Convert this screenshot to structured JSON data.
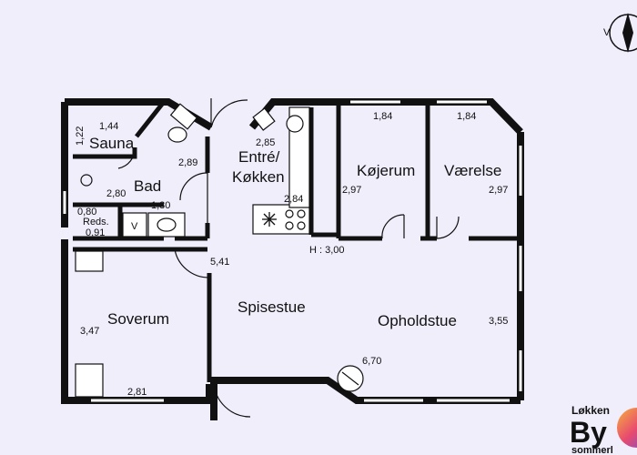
{
  "rooms": {
    "sauna": "Sauna",
    "bad": "Bad",
    "entre": "Entré/",
    "kokken": "Køkken",
    "kojerum": "Køjerum",
    "vaerelse": "Værelse",
    "soverum": "Soverum",
    "spisestue": "Spisestue",
    "opholdstue": "Opholdstue",
    "reds": "Reds."
  },
  "dimensions": {
    "sauna_w": "1,44",
    "sauna_h": "1,22",
    "bad_a": "2,89",
    "bad_b": "2,80",
    "bad_c": "1,80",
    "entre_w": "2,85",
    "kokken_w": "2,84",
    "kojerum_w": "1,84",
    "kojerum_h": "2,97",
    "vaerelse_w": "1,84",
    "vaerelse_h": "2,97",
    "reds_w": "0,80",
    "reds_h": "0,91",
    "spisestue_h": "5,41",
    "soverum_h": "3,47",
    "soverum_w": "2,81",
    "opholdstue_h": "3,55",
    "opholdstue_w": "6,70"
  },
  "ceiling_height": "H : 3,00",
  "fixtures": {
    "bad_v": "V"
  },
  "compass": {
    "label": "V"
  },
  "logo": {
    "line1": "Løkken",
    "line2": "By",
    "line3": "sommerl"
  },
  "colors": {
    "background": "#f0eefb",
    "wall": "#111111",
    "logo_accent": "#e84a6f"
  }
}
